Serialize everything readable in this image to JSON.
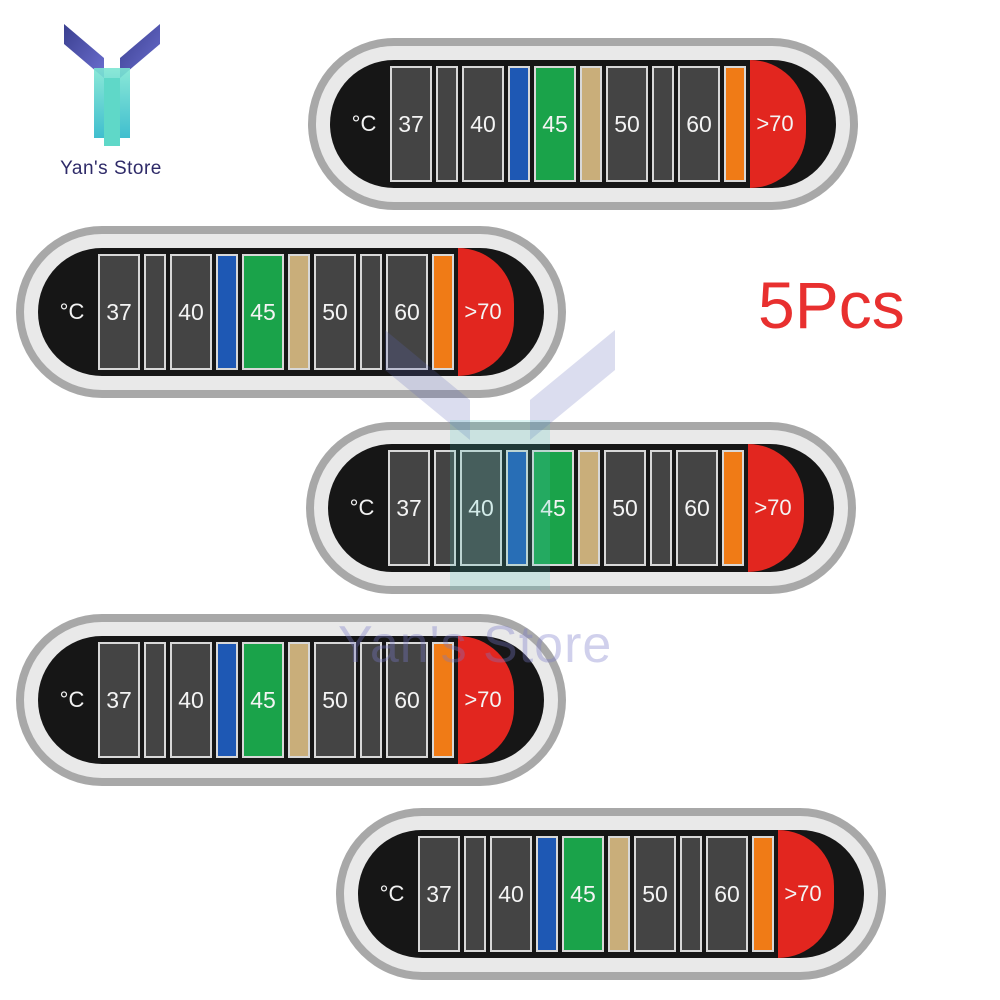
{
  "logo": {
    "brand": "Yan's Store",
    "icon": "store-logo-icon"
  },
  "quantity_label": "5Pcs",
  "watermark": {
    "text": "Yan's Store"
  },
  "sticker": {
    "unit": "°C",
    "labels": [
      "37",
      "40",
      "45",
      "50",
      "60",
      ">70"
    ]
  },
  "colors": {
    "blue": "#1e58b4",
    "green": "#1aa34a",
    "tan": "#c9ae7a",
    "orange": "#f07b16",
    "red": "#e2261f",
    "qty_text": "#e8302f"
  }
}
